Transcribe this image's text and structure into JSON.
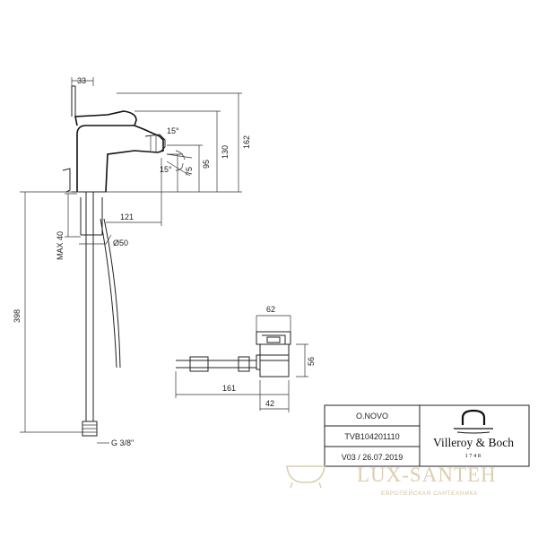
{
  "dimensions": {
    "spout_offset": "33",
    "angle_upper": "15°",
    "angle_lower": "15°",
    "height_75": "75",
    "height_95": "95",
    "height_130": "130",
    "height_162": "162",
    "reach_121": "121",
    "base_diameter": "Ø50",
    "max_40": "MAX 40",
    "total_398": "398",
    "thread": "G 3/8\"",
    "waste_width_62": "62",
    "waste_height_56": "56",
    "waste_length_161": "161",
    "waste_width_42": "42"
  },
  "title_block": {
    "product": "O.NOVO",
    "code": "TVB104201110",
    "version": "V03 / 26.07.2019",
    "brand": "Villeroy & Boch",
    "brand_year": "1748"
  },
  "watermark": {
    "name": "LUX-SANTEH",
    "tagline": "ЕВРОПЕЙСКАЯ САНТЕХНИКА"
  }
}
